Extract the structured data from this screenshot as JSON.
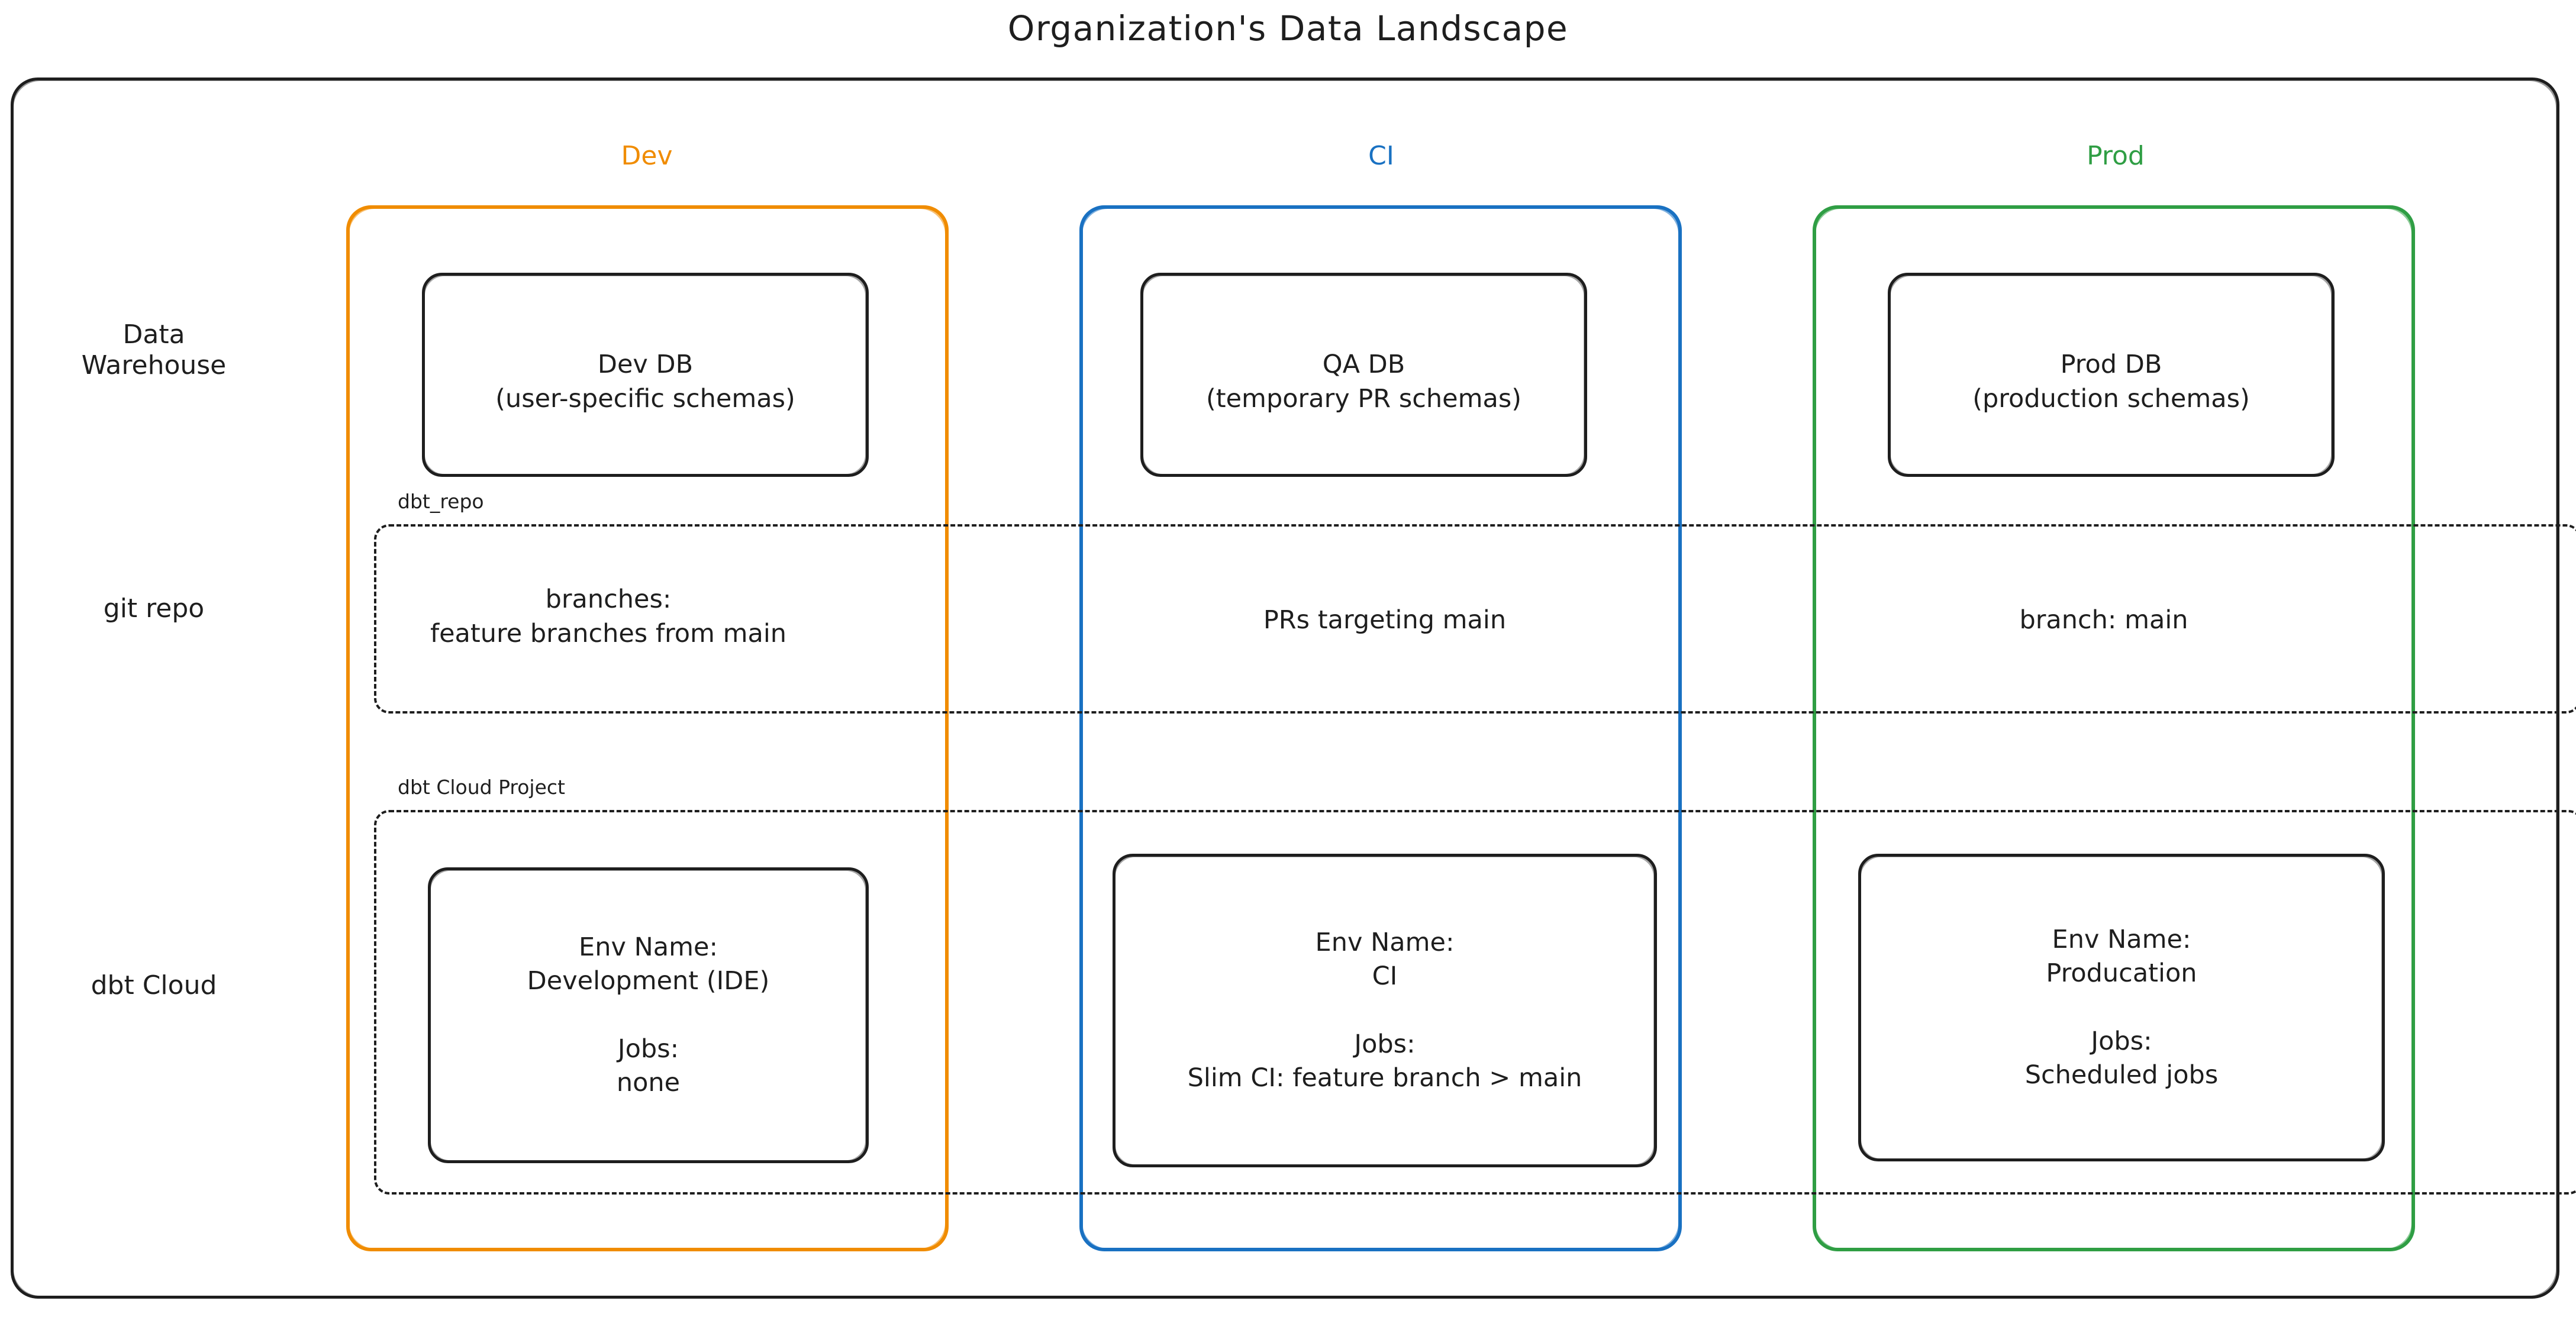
{
  "title": "Organization's Data Landscape",
  "colors": {
    "dev": "#f08c00",
    "ci": "#1971c2",
    "prod": "#2f9e44",
    "ink": "#1e1e1e",
    "background": "#ffffff"
  },
  "columns": [
    {
      "key": "dev",
      "label": "Dev",
      "color": "#f08c00"
    },
    {
      "key": "ci",
      "label": "CI",
      "color": "#1971c2"
    },
    {
      "key": "prod",
      "label": "Prod",
      "color": "#2f9e44"
    }
  ],
  "rows": [
    {
      "key": "warehouse",
      "label": "Data\nWarehouse"
    },
    {
      "key": "git",
      "label": "git repo"
    },
    {
      "key": "dbt_cloud",
      "label": "dbt Cloud"
    }
  ],
  "groups": {
    "git_repo": {
      "label": "dbt_repo"
    },
    "dbt_cloud_project": {
      "label": "dbt Cloud Project"
    }
  },
  "warehouse": {
    "dev": "Dev DB\n(user-specific schemas)",
    "ci": "QA DB\n(temporary PR schemas)",
    "prod": "Prod DB\n(production schemas)"
  },
  "git": {
    "dev": "branches:\nfeature branches from main",
    "ci": "PRs targeting main",
    "prod": "branch: main"
  },
  "dbt_cloud": {
    "dev": "Env Name:\nDevelopment (IDE)\n\nJobs:\nnone",
    "ci": "Env Name:\nCI\n\nJobs:\nSlim CI: feature branch > main",
    "prod": "Env Name:\nProducation\n\nJobs:\nScheduled jobs"
  }
}
